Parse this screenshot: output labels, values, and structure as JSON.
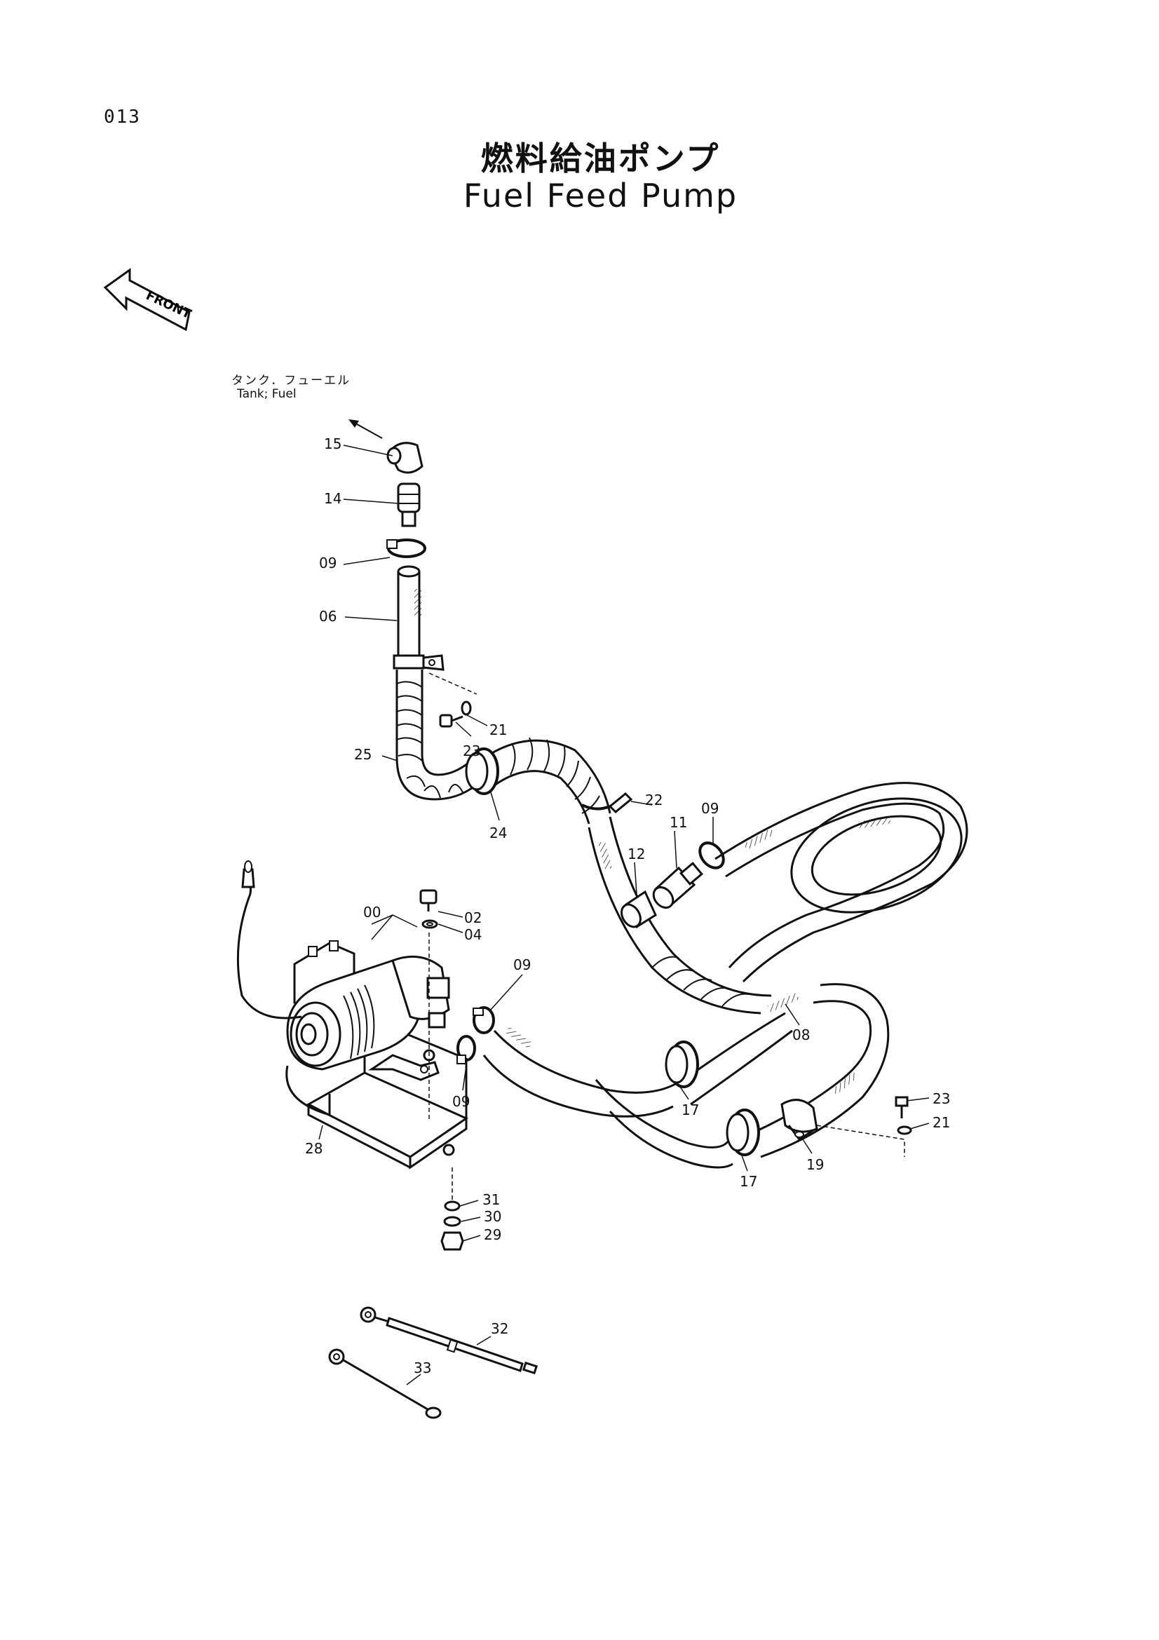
{
  "page_number": "013",
  "title": {
    "japanese": "燃料給油ポンプ",
    "english": "Fuel Feed Pump"
  },
  "front_indicator": "FRONT",
  "tank_label": {
    "japanese": "タンク．フューエル",
    "english": "Tank; Fuel"
  },
  "part_labels": [
    {
      "id": "15"
    },
    {
      "id": "14"
    },
    {
      "id": "09"
    },
    {
      "id": "06"
    },
    {
      "id": "21"
    },
    {
      "id": "23"
    },
    {
      "id": "25"
    },
    {
      "id": "24"
    },
    {
      "id": "22"
    },
    {
      "id": "12"
    },
    {
      "id": "11"
    },
    {
      "id": "09"
    },
    {
      "id": "00"
    },
    {
      "id": "02"
    },
    {
      "id": "04"
    },
    {
      "id": "09"
    },
    {
      "id": "09"
    },
    {
      "id": "08"
    },
    {
      "id": "17"
    },
    {
      "id": "17"
    },
    {
      "id": "19"
    },
    {
      "id": "23"
    },
    {
      "id": "21"
    },
    {
      "id": "28"
    },
    {
      "id": "31"
    },
    {
      "id": "30"
    },
    {
      "id": "29"
    },
    {
      "id": "32"
    },
    {
      "id": "33"
    }
  ]
}
